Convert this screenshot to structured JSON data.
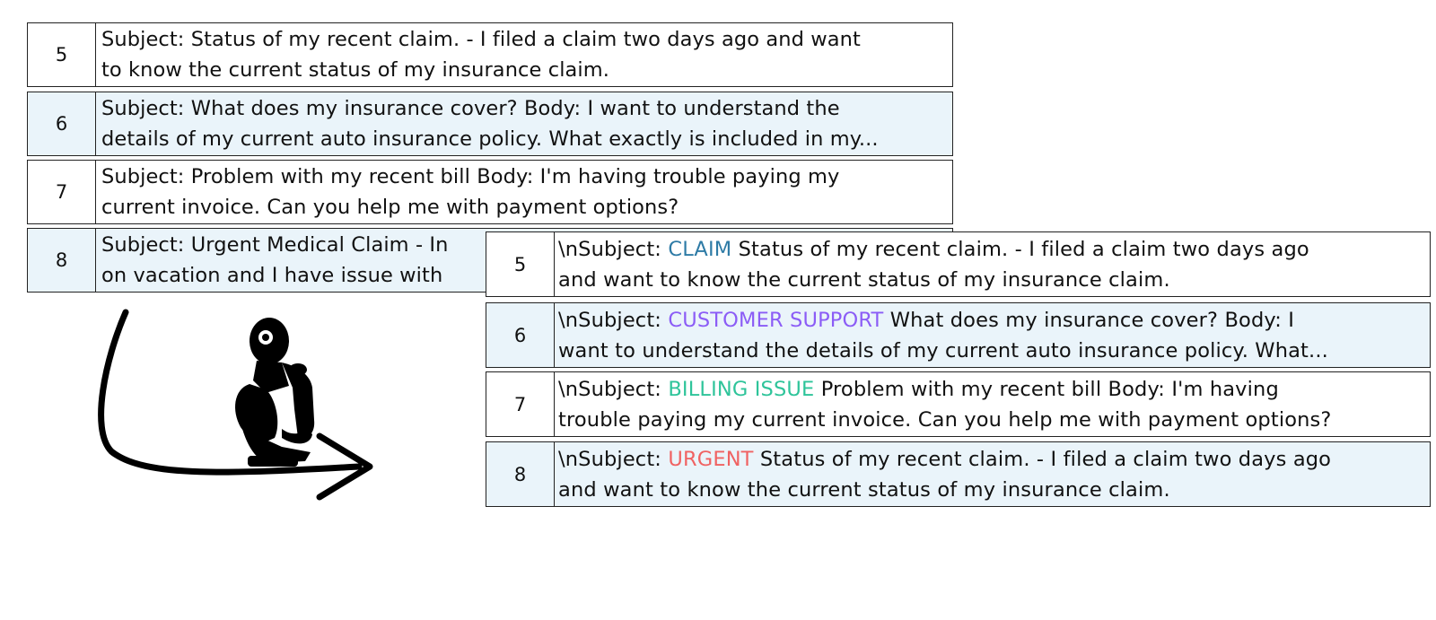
{
  "original_table": [
    {
      "num": "5",
      "text": "Subject: Status of my recent claim. - I filed a claim two days ago and want\nto know the current status of my insurance claim.",
      "shaded": false
    },
    {
      "num": "6",
      "text": "Subject: What does my insurance cover? Body: I want to understand the\ndetails of my current auto insurance policy. What exactly is included in my...",
      "shaded": true
    },
    {
      "num": "7",
      "text": "Subject: Problem with my recent bill Body: I'm having trouble paying my\ncurrent invoice. Can you help me with payment options?",
      "shaded": false
    },
    {
      "num": "8",
      "text": "Subject: Urgent Medical Claim - In\non vacation and I have issue with",
      "shaded": true
    }
  ],
  "labeled_table": [
    {
      "num": "5",
      "prefix": "\\nSubject: ",
      "tag": "CLAIM",
      "tag_color": "#2E7BA6",
      "rest": " Status of my recent claim. - I filed a claim two days ago\nand want to know the current status of my insurance claim.",
      "shaded": false
    },
    {
      "num": "6",
      "prefix": "\\nSubject: ",
      "tag": "CUSTOMER SUPPORT",
      "tag_color": "#8B5CF6",
      "rest": " What does my insurance cover? Body: I\nwant to understand the details of my current auto insurance policy. What...",
      "shaded": true
    },
    {
      "num": "7",
      "prefix": "\\nSubject: ",
      "tag": "BILLING ISSUE",
      "tag_color": "#2EC49A",
      "rest": " Problem with my recent bill Body: I'm having\ntrouble paying my current invoice. Can you help me with payment options?",
      "shaded": false
    },
    {
      "num": "8",
      "prefix": "\\nSubject: ",
      "tag": "URGENT",
      "tag_color": "#F06262",
      "rest": " Status of my recent claim. - I filed a claim two days ago\nand want to know the current status of my insurance claim.",
      "shaded": true
    }
  ],
  "icons": {
    "thinker": "thinking-robot-icon",
    "arrow": "curved-arrow-icon"
  }
}
